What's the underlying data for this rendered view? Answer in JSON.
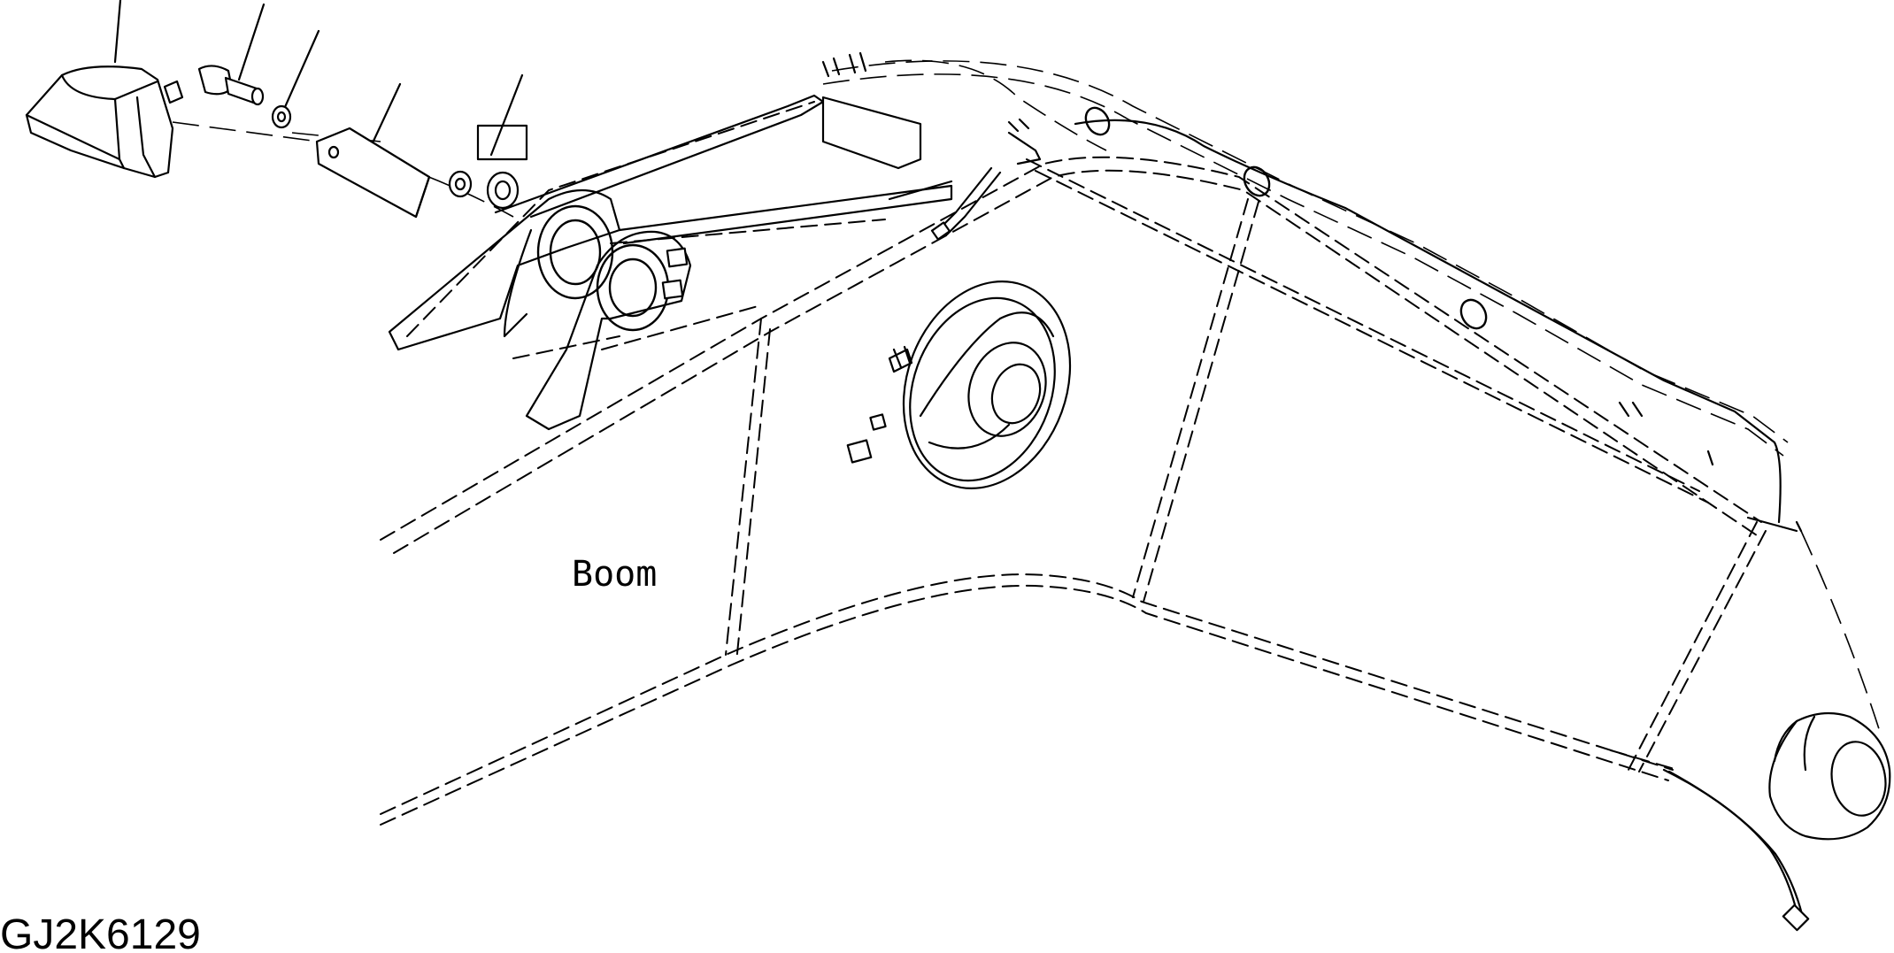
{
  "diagram": {
    "label_boom": "Boom",
    "figure_code": "GJ2K6129",
    "parts": [
      "lamp-housing",
      "bolt",
      "washer",
      "bracket",
      "washer-small",
      "collar"
    ]
  }
}
